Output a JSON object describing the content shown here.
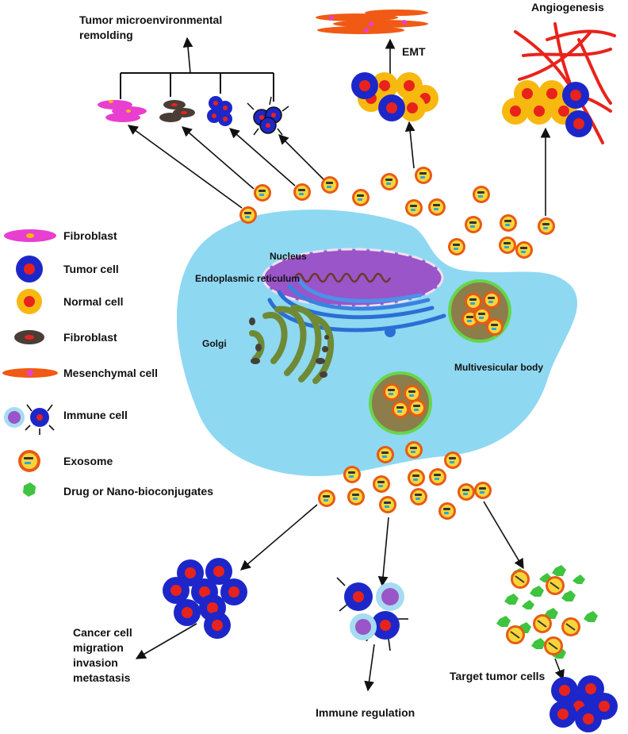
{
  "top": {
    "tme_line1": "Tumor microenvironmental",
    "tme_line2": "remolding",
    "emt": "EMT",
    "angiogenesis": "Angiogenesis"
  },
  "cell": {
    "nucleus": "Nucleus",
    "er": "Endoplasmic reticulum",
    "golgi": "Golgi",
    "mvb": "Multivesicular body"
  },
  "legend": {
    "fibroblast_1": "Fibroblast",
    "tumor_cell": "Tumor cell",
    "normal_cell": "Normal cell",
    "fibroblast_2": "Fibroblast",
    "mesenchymal_cell": "Mesenchymal cell",
    "immune_cell": "Immune cell",
    "exosome": "Exosome",
    "drug": "Drug or Nano-bioconjugates"
  },
  "bottom": {
    "cancer_line1": "Cancer cell",
    "cancer_line2": "migration",
    "cancer_line3": "invasion",
    "cancer_line4": "metastasis",
    "immune_regulation": "Immune regulation",
    "target": "Target tumor cells"
  },
  "colors": {
    "cytoplasm": "#8fd8f2",
    "nucleus": "#9a55c8",
    "tumor_outer": "#1d27c9",
    "tumor_inner": "#e8231c",
    "normal_outer": "#f7b90f",
    "exosome_ring": "#e85a14",
    "fibroblast": "#e83fd0",
    "mesenchymal": "#f05a14",
    "golgi": "#6e8a35",
    "drug": "#3ec43e"
  }
}
